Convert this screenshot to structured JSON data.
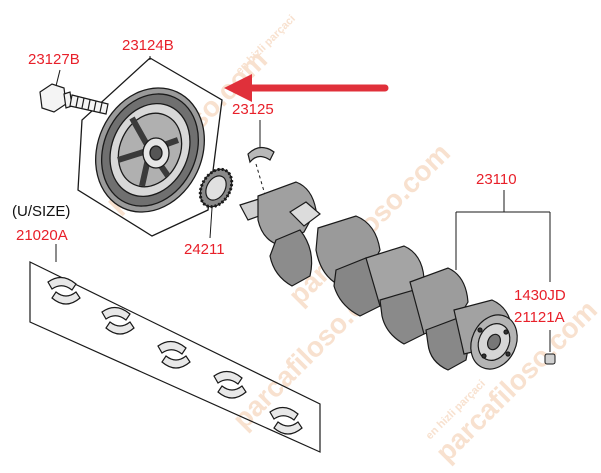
{
  "colors": {
    "label": "#e8202a",
    "label_black": "#111111",
    "line": "#1a1a1a",
    "arrow": "#e0303a",
    "watermark": "#f0c3a0"
  },
  "labels": {
    "bolt": "23127B",
    "pulley": "23124B",
    "key": "23125",
    "crankshaft": "23110",
    "sprocket": "24211",
    "usize": "(U/SIZE)",
    "bearing_set": "21020A",
    "pin_1": "1430JD",
    "pin_2": "21121A"
  },
  "watermark": {
    "brand": "parcafiloso.com",
    "tagline": "en hizli parçaci"
  }
}
